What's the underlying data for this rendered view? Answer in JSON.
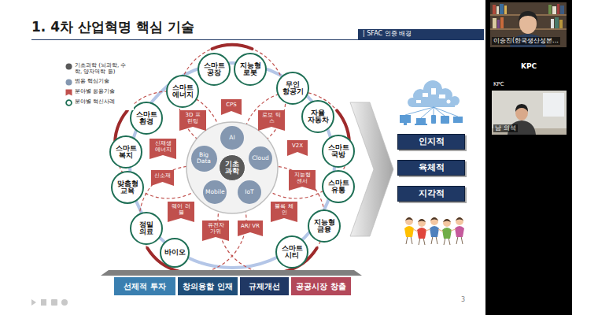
{
  "diagram": {
    "title": "1. 4차 산업혁명 핵심 기술",
    "nodes": [
      {
        "text": [
          "| SFAC 인증 배경"
        ]
      },
      {
        "text": [
          "스마트 공장"
        ]
      },
      {
        "text": [
          "지능형 로봇"
        ]
      },
      {
        "text": [
          "스마트 에너지"
        ]
      },
      {
        "text": [
          "무인 항공기"
        ]
      },
      {
        "text": [
          "CPS"
        ]
      },
      {
        "text": [
          "3D 프린팅"
        ]
      },
      {
        "text": [
          "로보 틱스"
        ]
      },
      {
        "text": [
          "스마트 환경"
        ]
      },
      {
        "text": [
          "자율 자동차"
        ]
      },
      {
        "text": [
          "AI"
        ]
      },
      {
        "text": [
          "신재생 에너지"
        ]
      },
      {
        "text": [
          "V2X"
        ]
      },
      {
        "text": [
          "스마트 복지"
        ]
      },
      {
        "text": [
          "스마트 국방"
        ]
      },
      {
        "text": [
          "Big Data"
        ]
      },
      {
        "text": [
          "기초 과학"
        ]
      },
      {
        "text": [
          "Cloud"
        ]
      },
      {
        "text": [
          "신소재"
        ]
      },
      {
        "text": [
          "지능형 센서"
        ]
      },
      {
        "text": [
          "맞춤형 교육"
        ]
      },
      {
        "text": [
          "스마트 유통"
        ]
      },
      {
        "text": [
          "Mobile"
        ]
      },
      {
        "text": [
          "IoT"
        ]
      },
      {
        "text": [
          "웨어 러블"
        ]
      },
      {
        "text": [
          "블록 체인"
        ]
      },
      {
        "text": [
          "유전자 가위"
        ]
      },
      {
        "text": [
          "AR/ VR"
        ]
      },
      {
        "text": [
          "정밀 의료"
        ]
      },
      {
        "text": [
          "지능형 금융"
        ]
      },
      {
        "text": [
          "바이오"
        ]
      },
      {
        "text": [
          "스마트 시티"
        ]
      },
      {
        "text": [
          "인지적"
        ]
      },
      {
        "text": [
          "육체적"
        ]
      },
      {
        "text": [
          "지각적"
        ]
      },
      {
        "text": [
          "선제적 투자"
        ]
      },
      {
        "text": [
          "창의융합 인재"
        ]
      },
      {
        "text": [
          "규제개선"
        ]
      },
      {
        "text": [
          "공공시장 창출"
        ]
      }
    ],
    "labels": [
      "이승진(한국생산성본...",
      "KPC",
      "KPC",
      "남 의석",
      "3"
    ],
    "legend": [
      {
        "text": "기초과학 (뇌과학, 수학, 양자역학 등)",
        "color": "#595959"
      },
      {
        "text": "범용 핵심기술",
        "color": "#8497b0"
      },
      {
        "text": "분야별 응용기술",
        "color": "#c0504d"
      },
      {
        "text": "분야별 혁신사례",
        "color": "#1e6f55"
      }
    ]
  }
}
